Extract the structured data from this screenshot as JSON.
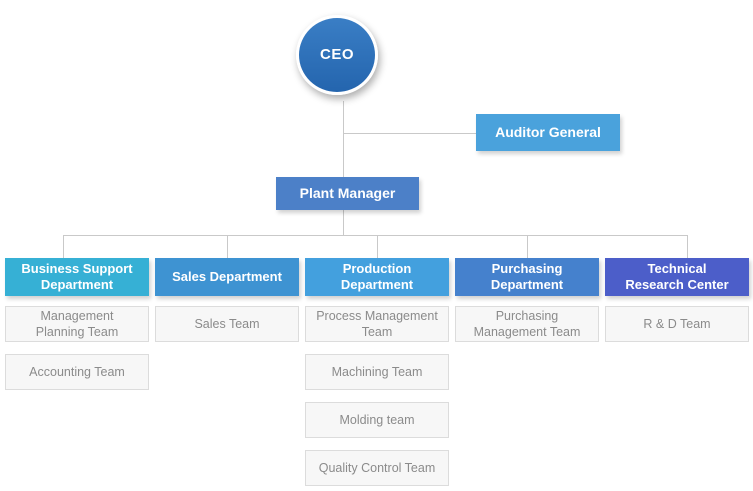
{
  "nodes": {
    "ceo": {
      "label": "CEO",
      "color_top": "#3a7ec5",
      "color_bottom": "#2465ae"
    },
    "auditor_general": {
      "label": "Auditor General",
      "color": "#4aa2dc"
    },
    "plant_manager": {
      "label": "Plant Manager",
      "color": "#4c80c8"
    }
  },
  "departments": [
    {
      "label": "Business Support\nDepartment",
      "color": "#36b0d5",
      "teams": [
        "Management\nPlanning Team",
        "Accounting Team"
      ]
    },
    {
      "label": "Sales Department",
      "color": "#3e93d2",
      "teams": [
        "Sales Team"
      ]
    },
    {
      "label": "Production Department",
      "color": "#43a0de",
      "teams": [
        "Process Management\nTeam",
        "Machining Team",
        "Molding team",
        "Quality Control Team"
      ]
    },
    {
      "label": "Purchasing Department",
      "color": "#4581cd",
      "teams": [
        "Purchasing\nManagement Team"
      ]
    },
    {
      "label": "Technical\nResearch Center",
      "color": "#4c5ec9",
      "teams": [
        "R & D Team"
      ]
    }
  ],
  "style": {
    "connector_color": "#c9c9c9",
    "team_bg": "#f7f7f7",
    "team_border": "#dcdcdc",
    "team_text": "#8b8b8b"
  }
}
